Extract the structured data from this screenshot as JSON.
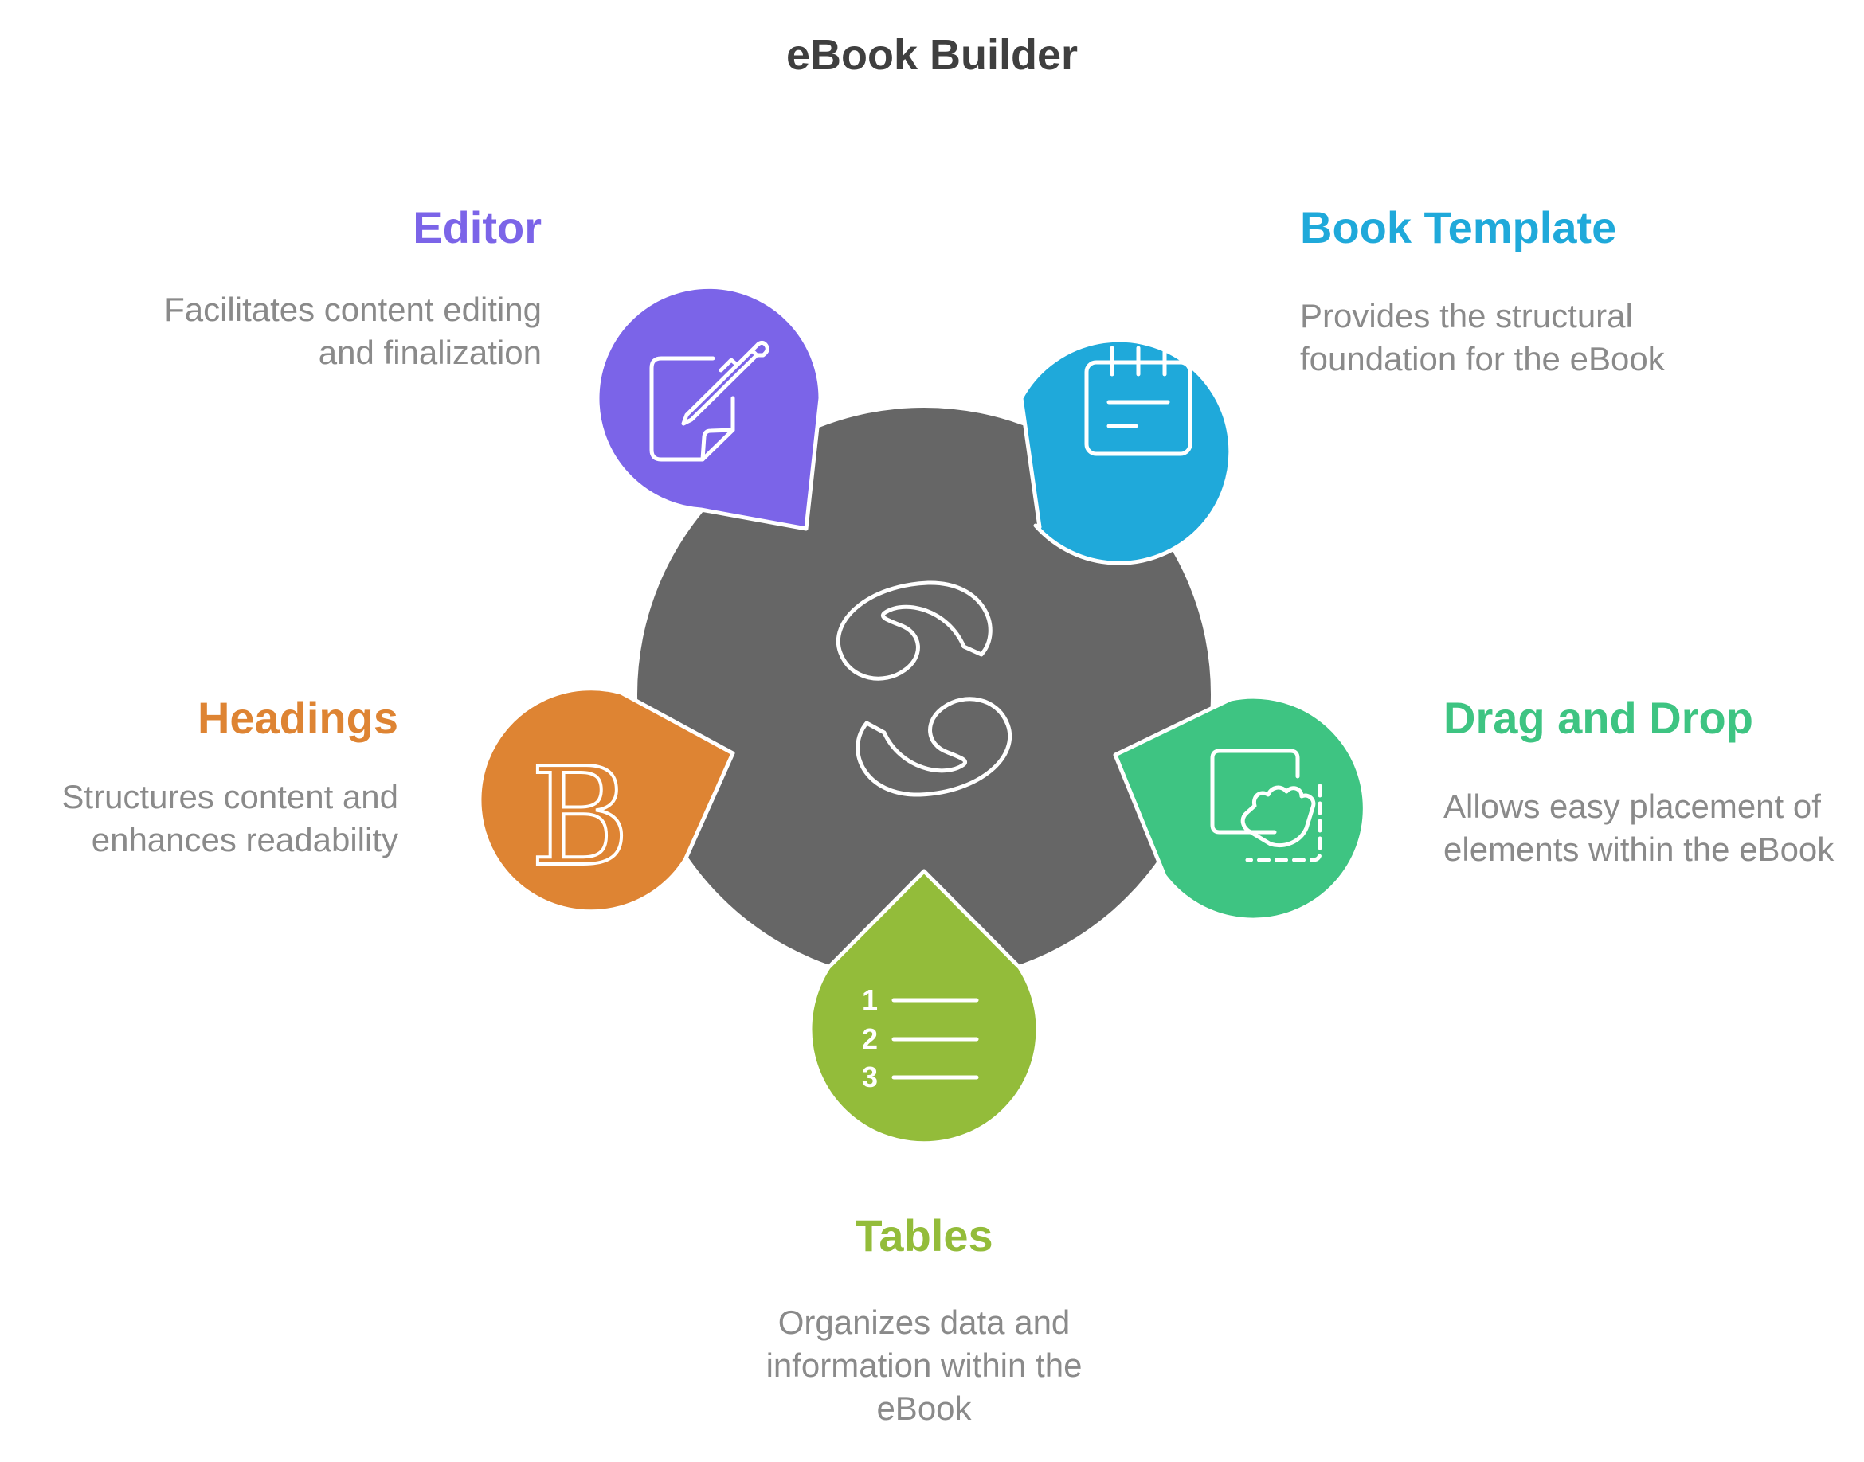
{
  "title": "eBook Builder",
  "colors": {
    "hub": "#666666",
    "editor": "#7B64E8",
    "book_template": "#1FA9DA",
    "drag_and_drop": "#3EC482",
    "tables": "#93BC3A",
    "headings": "#DE8433",
    "description_text": "#8a8a8a",
    "title_text": "#3f3f3f"
  },
  "center_icon": "double-curl-icon",
  "items": [
    {
      "key": "editor",
      "label": "Editor",
      "description": "Facilitates content editing and finalization",
      "icon": "note-pencil-icon"
    },
    {
      "key": "book_template",
      "label": "Book Template",
      "description": "Provides the structural foundation for the eBook",
      "icon": "calendar-page-icon"
    },
    {
      "key": "drag_and_drop",
      "label": "Drag and Drop",
      "description": "Allows easy placement of elements within the eBook",
      "icon": "hand-drag-icon"
    },
    {
      "key": "tables",
      "label": "Tables",
      "description": "Organizes data and information within the eBook",
      "icon": "numbered-list-icon",
      "list_numbers": [
        "1",
        "2",
        "3"
      ]
    },
    {
      "key": "headings",
      "label": "Headings",
      "description": "Structures content and enhances readability",
      "icon": "bold-b-icon",
      "glyph": "B"
    }
  ]
}
